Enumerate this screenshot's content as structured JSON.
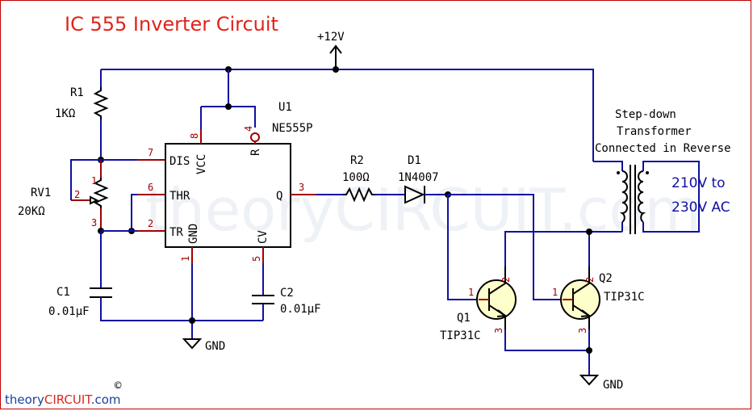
{
  "title": "IC 555 Inverter Circuit",
  "supply": "+12V",
  "watermark": "theoryCIRCUIT.com",
  "copyright": "©",
  "brand": {
    "part1": "theory",
    "part2": "CIRCUIT",
    "part3": ".com"
  },
  "ic": {
    "ref": "U1",
    "value": "NE555P",
    "pins": {
      "dis": "DIS",
      "thr": "THR",
      "tr": "TR",
      "vcc": "VCC",
      "r": "R",
      "q": "Q",
      "gnd": "GND",
      "cv": "CV"
    },
    "pin_numbers": {
      "p7": "7",
      "p6": "6",
      "p2": "2",
      "p8": "8",
      "p4": "4",
      "p3": "3",
      "p1": "1",
      "p5": "5"
    }
  },
  "r1": {
    "ref": "R1",
    "value": "1KΩ"
  },
  "rv1": {
    "ref": "RV1",
    "value": "20KΩ",
    "pins": {
      "p1": "1",
      "p2": "2",
      "p3": "3"
    }
  },
  "c1": {
    "ref": "C1",
    "value": "0.01µF"
  },
  "c2": {
    "ref": "C2",
    "value": "0.01µF"
  },
  "r2": {
    "ref": "R2",
    "value": "100Ω"
  },
  "d1": {
    "ref": "D1",
    "value": "1N4007"
  },
  "q1": {
    "ref": "Q1",
    "value": "TIP31C",
    "pins": {
      "b": "1",
      "c": "2",
      "e": "3"
    }
  },
  "q2": {
    "ref": "Q2",
    "value": "TIP31C",
    "pins": {
      "b": "1",
      "c": "2",
      "e": "3"
    }
  },
  "transformer": {
    "line1": "Step-down",
    "line2": "Transformer",
    "line3": "Connected in Reverse"
  },
  "output": {
    "line1": "210V to",
    "line2": "230V AC"
  },
  "gnd_left": "GND",
  "gnd_right": "GND"
}
